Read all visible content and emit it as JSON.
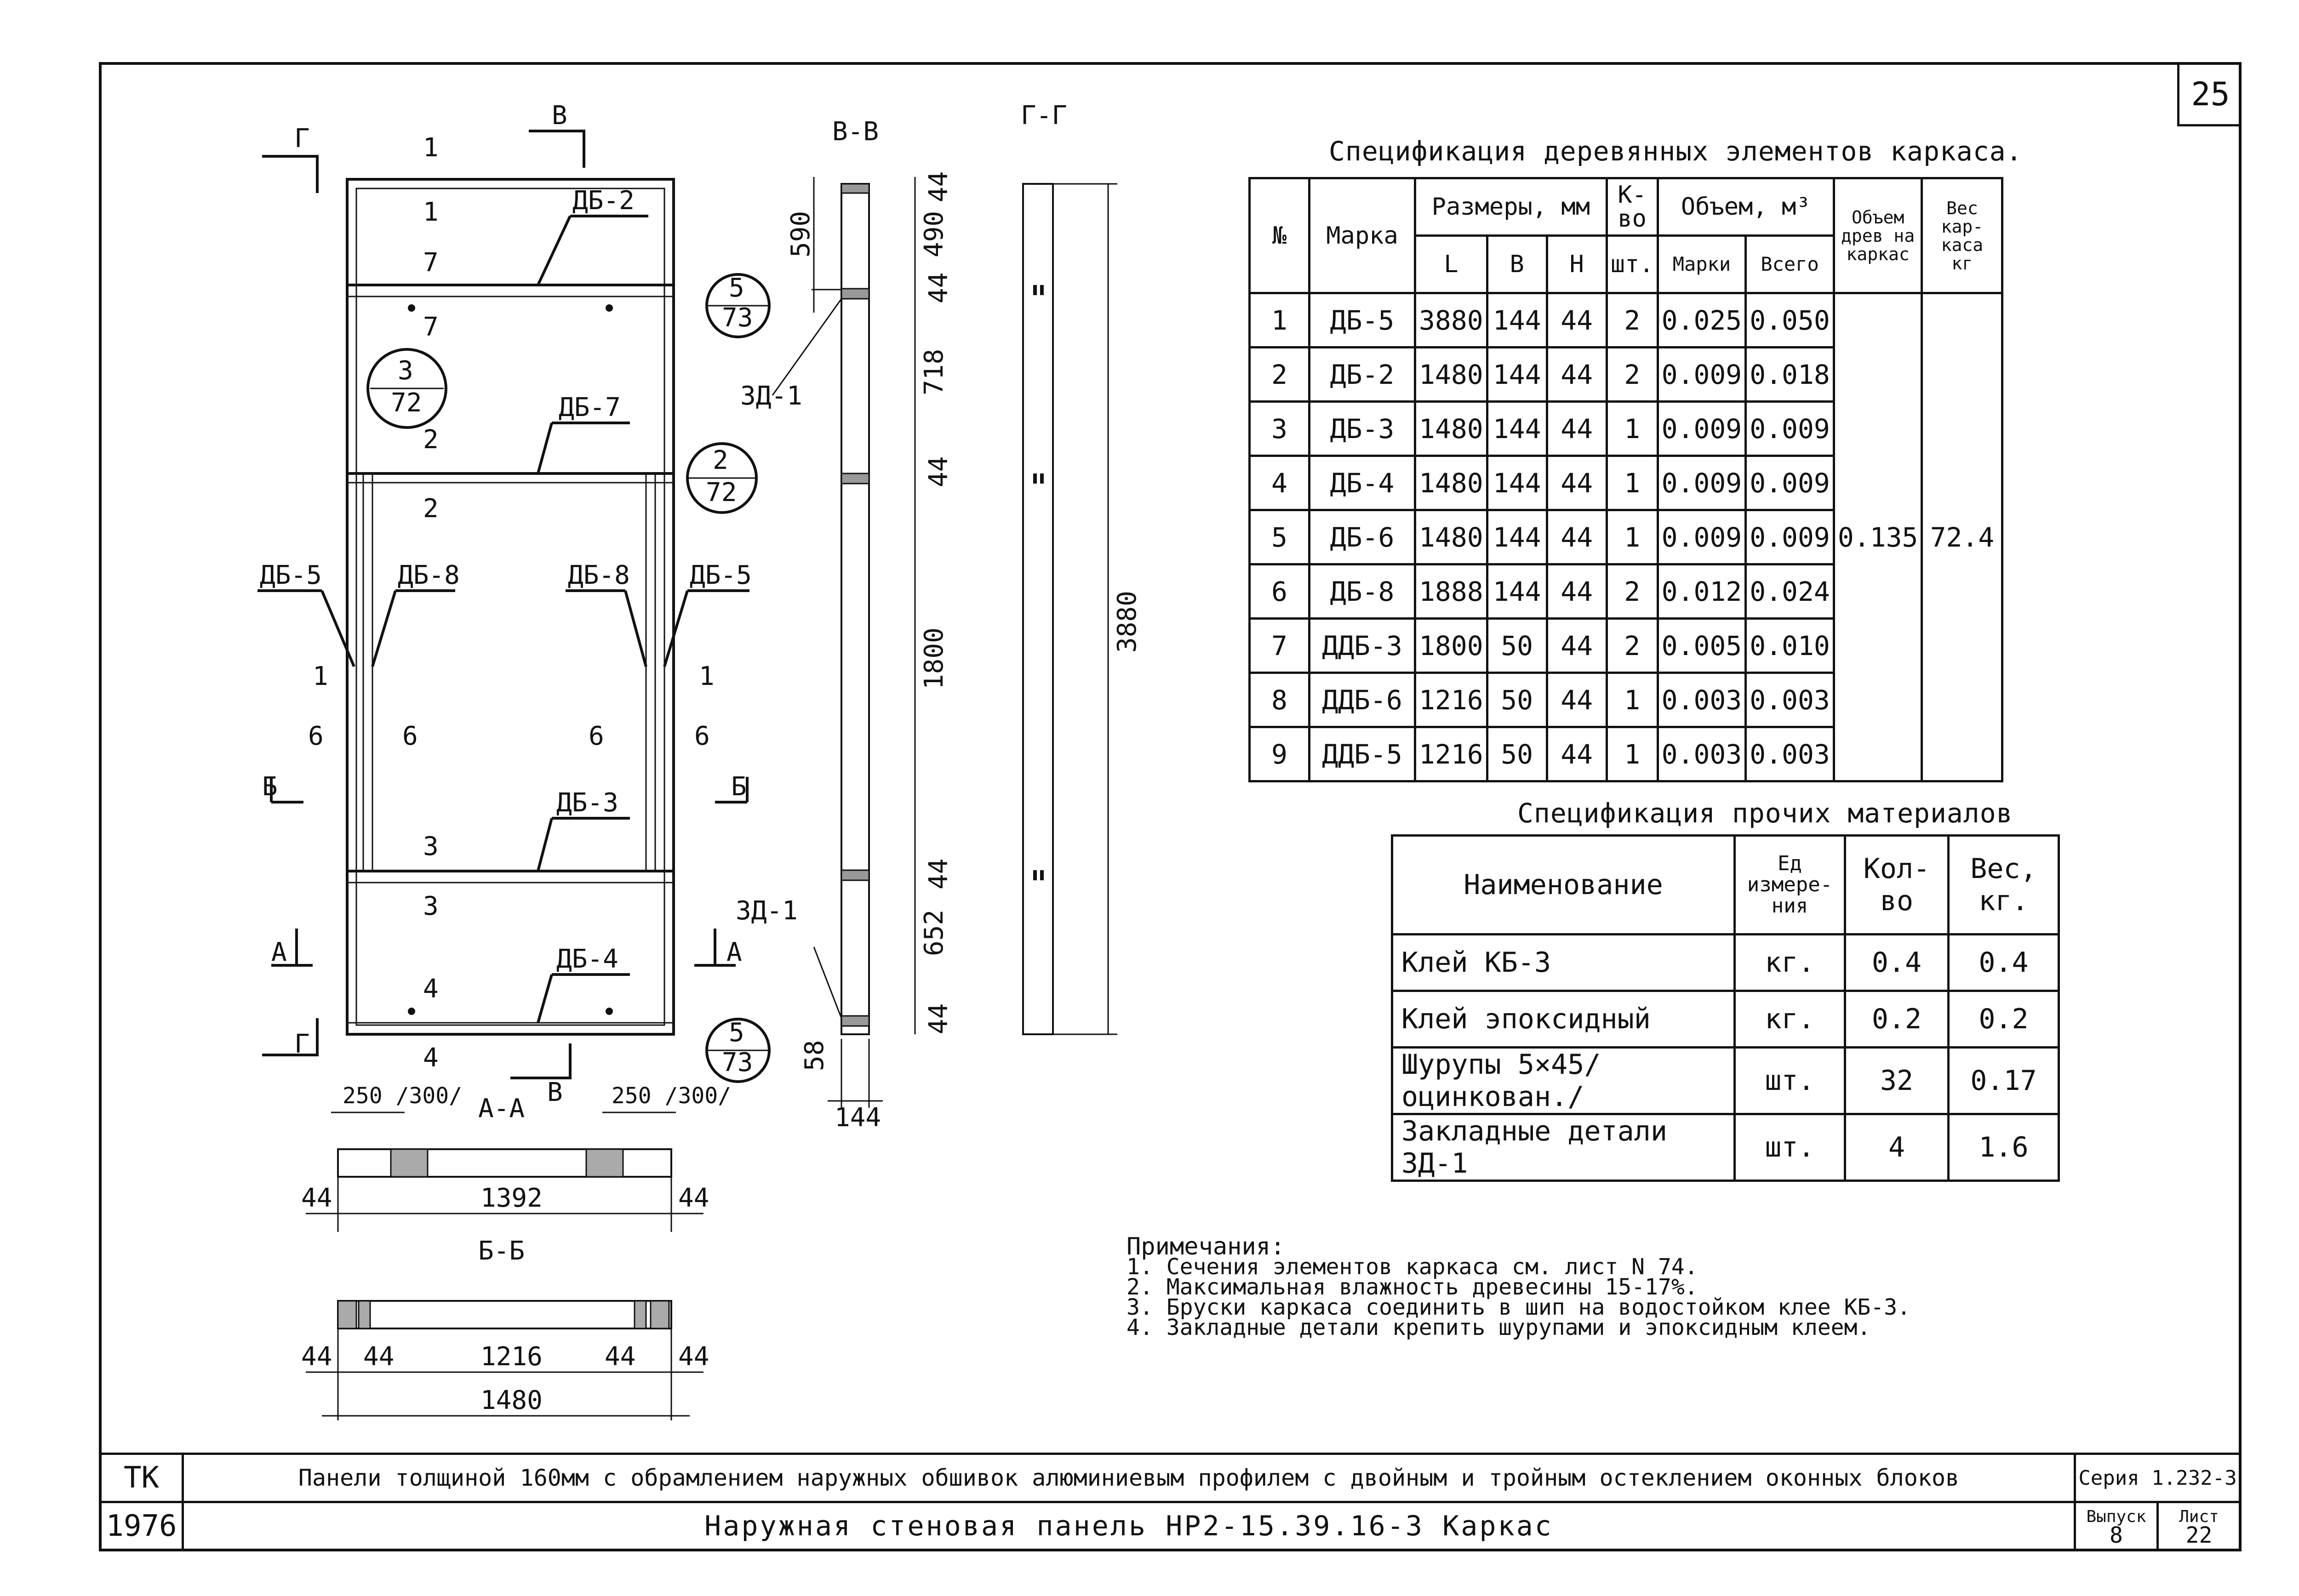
{
  "sheet_number": "25",
  "drawing": {
    "labels": {
      "section_mark_v": "В",
      "section_mark_g": "Г",
      "section_mark_b": "Б",
      "section_mark_a": "А",
      "section_vv": "В-В",
      "section_gg": "Г-Г",
      "section_aa": "А-А",
      "section_bb": "Б-Б",
      "n1": "1",
      "n2": "2",
      "n3": "3",
      "n4": "4",
      "n6": "6",
      "n7": "7",
      "db2": "ДБ-2",
      "db7": "ДБ-7",
      "db5": "ДБ-5",
      "db8": "ДБ-8",
      "db3": "ДБ-3",
      "db4": "ДБ-4",
      "zd1": "ЗД-1",
      "ref_5": "5",
      "ref_73": "73",
      "ref_3": "3",
      "ref_72": "72",
      "ref_2": "2",
      "d590": "590",
      "d490": "490",
      "d44": "44",
      "d718": "718",
      "d1800": "1800",
      "d652": "652",
      "d58": "58",
      "d144": "144",
      "d3880": "3880",
      "d250_300": "250 /300/",
      "d1392": "1392",
      "d1216": "1216",
      "d1480": "1480"
    }
  },
  "wood_spec": {
    "title": "Спецификация деревянных элементов каркаса.",
    "headers": {
      "num": "№",
      "mark": "Марка",
      "sizes": "Размеры, мм",
      "L": "L",
      "B": "В",
      "H": "Н",
      "qty": "К-во",
      "qty_unit": "шт.",
      "volume": "Объем, м³",
      "vol_mark": "Марки",
      "vol_total": "Всего",
      "wood_volume": "Объем древ на каркас",
      "weight": "Вес кар-каса кг"
    },
    "rows": [
      {
        "n": "1",
        "mark": "ДБ-5",
        "L": "3880",
        "B": "144",
        "H": "44",
        "qty": "2",
        "vm": "0.025",
        "vt": "0.050"
      },
      {
        "n": "2",
        "mark": "ДБ-2",
        "L": "1480",
        "B": "144",
        "H": "44",
        "qty": "2",
        "vm": "0.009",
        "vt": "0.018"
      },
      {
        "n": "3",
        "mark": "ДБ-3",
        "L": "1480",
        "B": "144",
        "H": "44",
        "qty": "1",
        "vm": "0.009",
        "vt": "0.009"
      },
      {
        "n": "4",
        "mark": "ДБ-4",
        "L": "1480",
        "B": "144",
        "H": "44",
        "qty": "1",
        "vm": "0.009",
        "vt": "0.009"
      },
      {
        "n": "5",
        "mark": "ДБ-6",
        "L": "1480",
        "B": "144",
        "H": "44",
        "qty": "1",
        "vm": "0.009",
        "vt": "0.009"
      },
      {
        "n": "6",
        "mark": "ДБ-8",
        "L": "1888",
        "B": "144",
        "H": "44",
        "qty": "2",
        "vm": "0.012",
        "vt": "0.024"
      },
      {
        "n": "7",
        "mark": "ДДБ-3",
        "L": "1800",
        "B": "50",
        "H": "44",
        "qty": "2",
        "vm": "0.005",
        "vt": "0.010"
      },
      {
        "n": "8",
        "mark": "ДДБ-6",
        "L": "1216",
        "B": "50",
        "H": "44",
        "qty": "1",
        "vm": "0.003",
        "vt": "0.003"
      },
      {
        "n": "9",
        "mark": "ДДБ-5",
        "L": "1216",
        "B": "50",
        "H": "44",
        "qty": "1",
        "vm": "0.003",
        "vt": "0.003"
      }
    ],
    "wood_volume_total": "0.135",
    "weight_total": "72.4"
  },
  "other_spec": {
    "title": "Спецификация прочих материалов",
    "headers": {
      "name": "Наименование",
      "unit": "Ед измере-ния",
      "qty": "Кол-во",
      "weight": "Вес, кг."
    },
    "rows": [
      {
        "name": "Клей КБ-3",
        "unit": "кг.",
        "qty": "0.4",
        "weight": "0.4"
      },
      {
        "name": "Клей эпоксидный",
        "unit": "кг.",
        "qty": "0.2",
        "weight": "0.2"
      },
      {
        "name": "Шурупы 5×45/оцинкован./",
        "unit": "шт.",
        "qty": "32",
        "weight": "0.17"
      },
      {
        "name": "Закладные детали ЗД-1",
        "unit": "шт.",
        "qty": "4",
        "weight": "1.6"
      }
    ]
  },
  "notes": {
    "title": "Примечания:",
    "items": [
      "1. Сечения элементов каркаса см. лист N 74.",
      "2. Максимальная влажность древесины 15-17%.",
      "3. Бруски каркаса соединить в шип на водостойком клее КБ-3.",
      "4. Закладные детали крепить шурупами и эпоксидным клеем."
    ]
  },
  "title_block": {
    "org": "ТК",
    "year": "1976",
    "subtitle": "Панели толщиной 160мм с обрамлением наружных обшивок алюминиевым профилем с двойным и тройным остеклением оконных блоков",
    "title": "Наружная стеновая панель НР2-15.39.16-3 Каркас",
    "series": "Серия 1.232-3",
    "issue_label": "Выпуск",
    "issue": "8",
    "sheet_label": "Лист",
    "sheet": "22"
  }
}
